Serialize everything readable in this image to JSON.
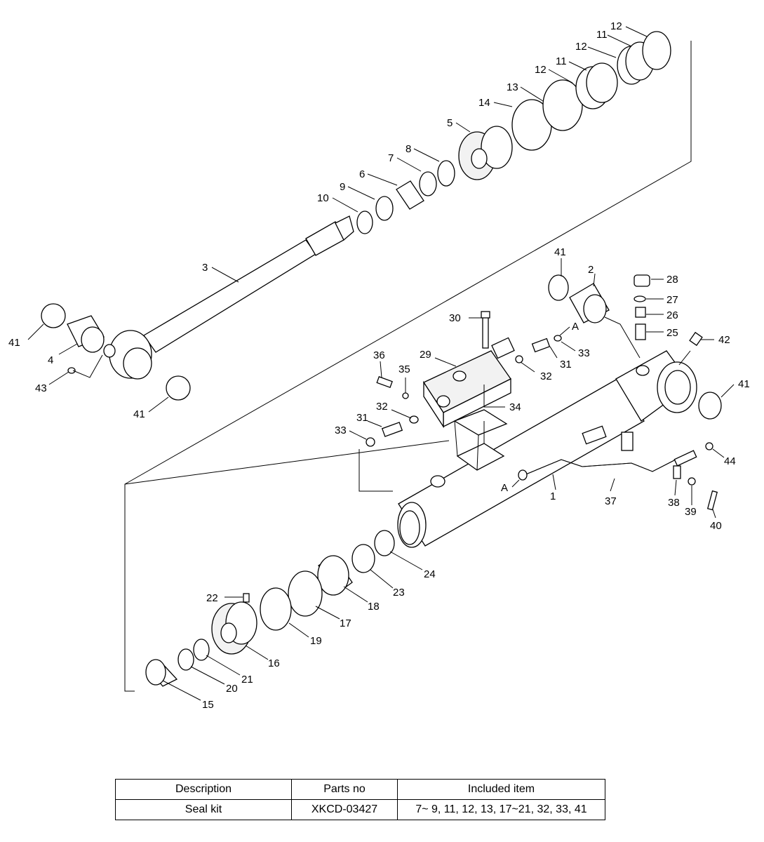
{
  "callouts": [
    {
      "label": "12"
    },
    {
      "label": "11"
    },
    {
      "label": "12"
    },
    {
      "label": "11"
    },
    {
      "label": "12"
    },
    {
      "label": "13"
    },
    {
      "label": "14"
    },
    {
      "label": "5"
    },
    {
      "label": "8"
    },
    {
      "label": "7"
    },
    {
      "label": "6"
    },
    {
      "label": "9"
    },
    {
      "label": "10"
    },
    {
      "label": "3"
    },
    {
      "label": "41"
    },
    {
      "label": "4"
    },
    {
      "label": "43"
    },
    {
      "label": "41"
    },
    {
      "label": "41"
    },
    {
      "label": "2"
    },
    {
      "label": "28"
    },
    {
      "label": "27"
    },
    {
      "label": "26"
    },
    {
      "label": "25"
    },
    {
      "label": "42"
    },
    {
      "label": "30"
    },
    {
      "label": "A"
    },
    {
      "label": "33"
    },
    {
      "label": "31"
    },
    {
      "label": "32"
    },
    {
      "label": "36"
    },
    {
      "label": "29"
    },
    {
      "label": "35"
    },
    {
      "label": "32"
    },
    {
      "label": "34"
    },
    {
      "label": "31"
    },
    {
      "label": "33"
    },
    {
      "label": "41"
    },
    {
      "label": "44"
    },
    {
      "label": "A"
    },
    {
      "label": "1"
    },
    {
      "label": "37"
    },
    {
      "label": "38"
    },
    {
      "label": "39"
    },
    {
      "label": "40"
    },
    {
      "label": "24"
    },
    {
      "label": "23"
    },
    {
      "label": "18"
    },
    {
      "label": "17"
    },
    {
      "label": "22"
    },
    {
      "label": "19"
    },
    {
      "label": "16"
    },
    {
      "label": "21"
    },
    {
      "label": "20"
    },
    {
      "label": "15"
    }
  ],
  "table": {
    "headers": [
      "Description",
      "Parts no",
      "Included item"
    ],
    "rows": [
      [
        "Seal kit",
        "XKCD-03427",
        "7~ 9, 11, 12, 13, 17~21, 32, 33, 41"
      ]
    ]
  }
}
